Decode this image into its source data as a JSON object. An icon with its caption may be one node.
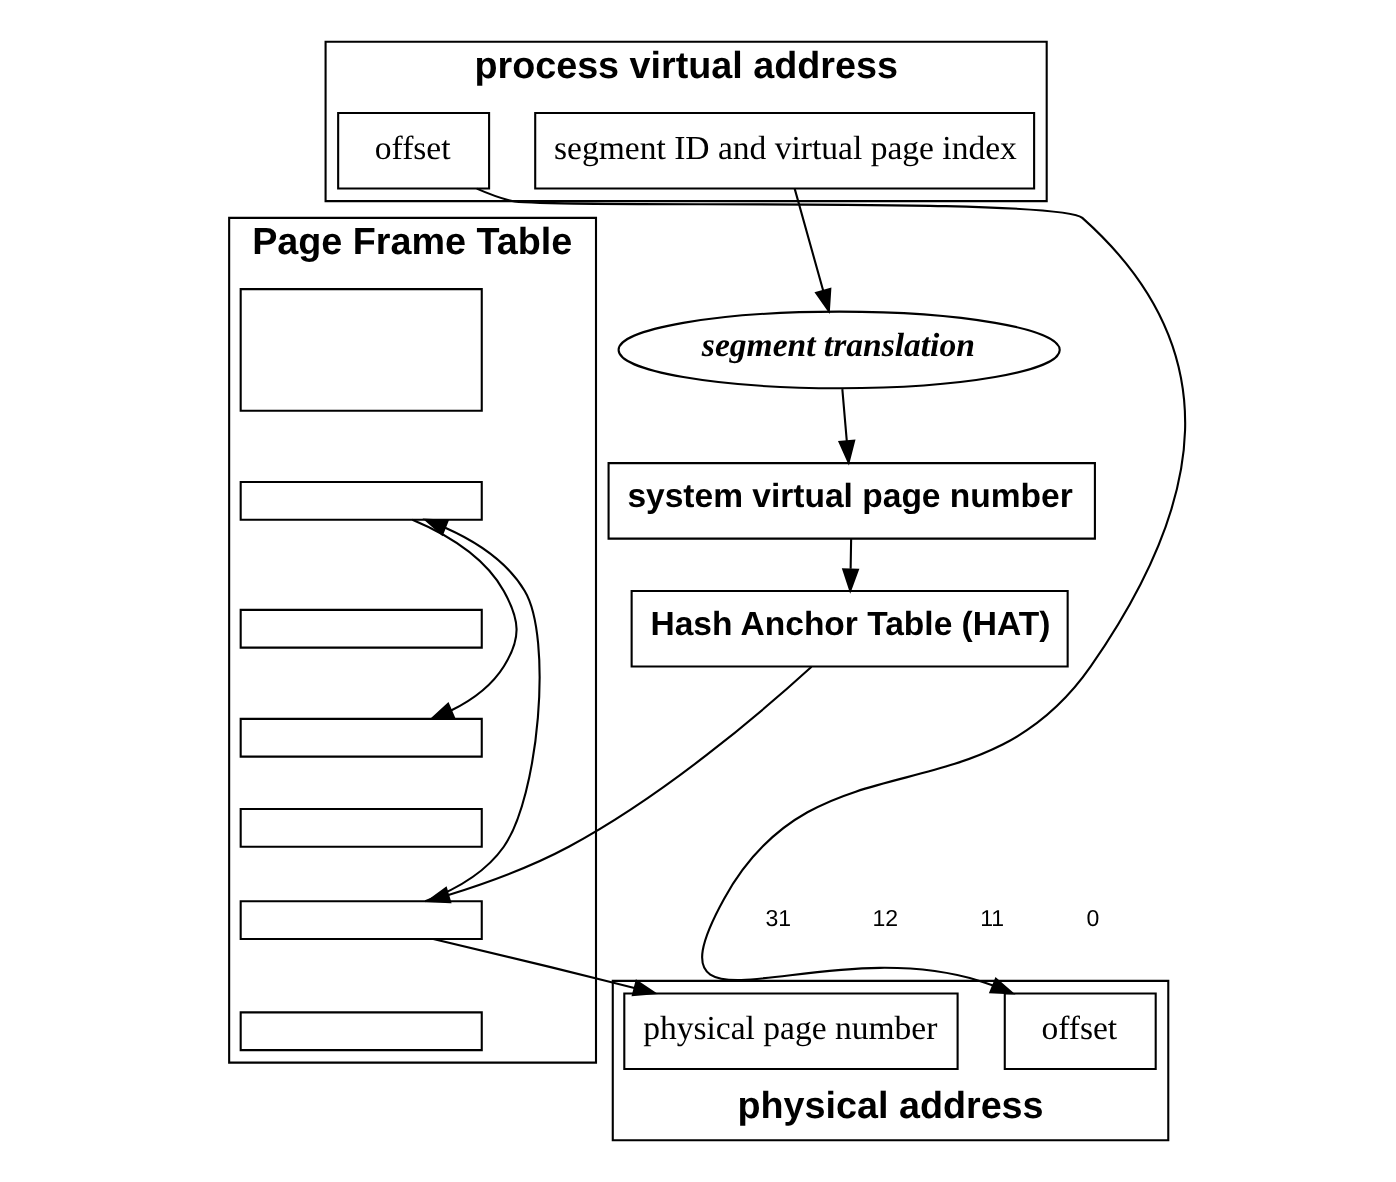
{
  "diagram": {
    "nodes": [
      {
        "text": [
          "process virtual address"
        ]
      },
      {
        "text": [
          "segment ID and virtual page index"
        ],
        "in": 0
      },
      {
        "text": [
          "offset"
        ],
        "in": 0
      },
      {
        "text": [
          "segment translation"
        ]
      },
      {
        "text": [
          "system virtual page number"
        ]
      },
      {
        "text": [
          "Hash Anchor Table (HAT)"
        ]
      },
      {
        "text": [
          "Page Frame Table"
        ]
      },
      {
        "text": [],
        "shape": "box",
        "in": 6
      },
      {
        "text": [],
        "shape": "box",
        "in": 6
      },
      {
        "text": [],
        "shape": "box",
        "in": 6
      },
      {
        "text": [],
        "shape": "box",
        "in": 6
      },
      {
        "text": [],
        "shape": "box",
        "in": 6
      },
      {
        "text": [],
        "shape": "box",
        "in": 6
      },
      {
        "text": [],
        "shape": "box",
        "in": 6
      },
      {
        "text": [
          "physical address"
        ]
      },
      {
        "text": [
          "physical page number"
        ],
        "in": 14
      },
      {
        "text": [
          "offset"
        ],
        "in": 14
      }
    ],
    "edges": [
      {
        "from": 1,
        "to": 3,
        "arrow": "to"
      },
      {
        "from": 3,
        "to": 4,
        "arrow": "to"
      },
      {
        "from": 4,
        "to": 5,
        "arrow": "to"
      },
      {
        "from": 5,
        "to": 12,
        "arrow": "to"
      },
      {
        "from": 8,
        "to": 10,
        "arrow": "to"
      },
      {
        "from": 12,
        "to": 8,
        "arrow": "to"
      },
      {
        "from": 12,
        "to": 15,
        "arrow": "to"
      },
      {
        "from": 2,
        "to": 16,
        "arrow": "to"
      }
    ],
    "labels": [
      "31",
      "12",
      "11",
      "0"
    ]
  }
}
